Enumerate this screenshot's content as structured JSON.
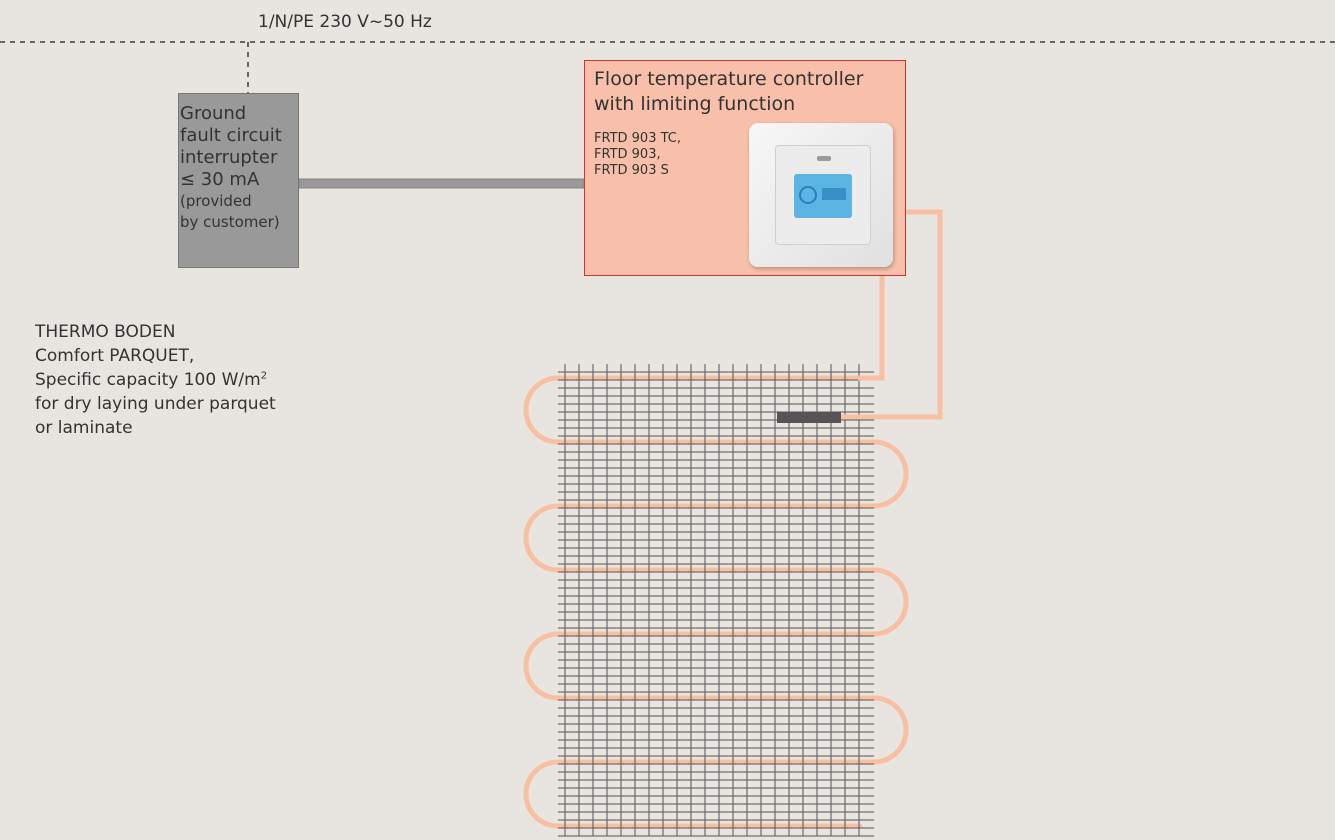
{
  "supply": {
    "label": "1/N/PE 230 V~50 Hz"
  },
  "gfci": {
    "lines": [
      "Ground",
      "fault circuit",
      "interrupter",
      "≤ 30 mA"
    ],
    "note_lines": [
      "(provided",
      "by customer)"
    ]
  },
  "controller": {
    "title_1": "Floor temperature controller",
    "title_2": "with limiting function",
    "models": [
      "FRTD 903 TC,",
      "FRTD 903,",
      "FRTD 903 S"
    ]
  },
  "product": {
    "line_1": "THERMO BODEN",
    "line_2": "Comfort PARQUET,",
    "line_3": "Specific capacity 100 W/m",
    "line_3_sup": "2",
    "line_4": "for dry laying under parquet",
    "line_5": "or laminate"
  },
  "colors": {
    "background": "#e8e4e0",
    "controller_fill": "#f8c0aa",
    "controller_border": "#d8322a",
    "gfci_fill": "#999999",
    "heating_cable": "#f8bfa3",
    "mesh": "#555555",
    "sensor": "#555555"
  }
}
